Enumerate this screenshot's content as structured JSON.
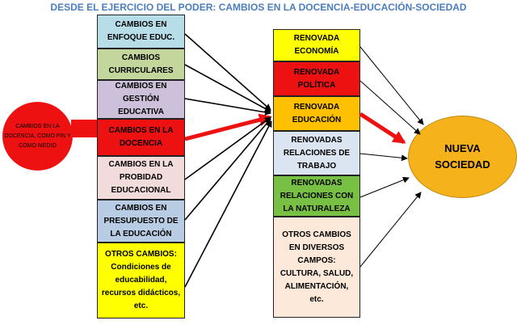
{
  "title": "DESDE EL EJERCICIO DEL PODER: CAMBIOS EN LA DOCENCIA-EDUCACIÓN-SOCIEDAD",
  "source_node": {
    "label": "CAMBIOS EN LA DOCENCIA, COMO FIN Y COMO MEDIO",
    "color": "#ee1111"
  },
  "left_column": [
    {
      "id": "enfoque",
      "label": "CAMBIOS EN ENFOQUE EDUC.",
      "color": "#b7dde8"
    },
    {
      "id": "curriculares",
      "label": "CAMBIOS CURRICULARES",
      "color": "#c3d69b"
    },
    {
      "id": "gestion",
      "label": "CAMBIOS EN GESTIÓN EDUCATIVA",
      "color": "#ccc0da"
    },
    {
      "id": "docencia",
      "label": "CAMBIOS EN LA DOCENCIA",
      "color": "#ee1111"
    },
    {
      "id": "probidad",
      "label": "CAMBIOS EN LA PROBIDAD EDUCACIONAL",
      "color": "#f2dcdb"
    },
    {
      "id": "presupuesto",
      "label": "CAMBIOS EN PRESUPUESTO DE LA EDUCACIÓN",
      "color": "#b8cce4"
    },
    {
      "id": "otros-left",
      "label": "OTROS CAMBIOS: Condiciones de educabilidad, recursos didácticos, etc.",
      "color": "#ffff00"
    }
  ],
  "right_column": [
    {
      "id": "economia",
      "label": "RENOVADA ECONOMÍA",
      "color": "#ffff00"
    },
    {
      "id": "politica",
      "label": "RENOVADA POLÍTICA",
      "color": "#ee1111"
    },
    {
      "id": "educacion",
      "label": "RENOVADA EDUCACIÓN",
      "color": "#ffc000"
    },
    {
      "id": "trabajo",
      "label": "RENOVADAS RELACIONES DE TRABAJO",
      "color": "#dbe5f1"
    },
    {
      "id": "naturaleza",
      "label": "RENOVADAS RELACIONES CON LA NATURALEZA",
      "color": "#77c043"
    },
    {
      "id": "otros-right",
      "label": "OTROS CAMBIOS EN DIVERSOS CAMPOS: CULTURA, SALUD, ALIMENTACIÓN, etc.",
      "color": "#fde9d9"
    }
  ],
  "goal_node": {
    "label": "NUEVA SOCIEDAD",
    "color": "#f6b21a"
  },
  "colors": {
    "title": "#4a7ec0",
    "highlight_arrow": "#ee1111",
    "arrow": "#000000"
  }
}
